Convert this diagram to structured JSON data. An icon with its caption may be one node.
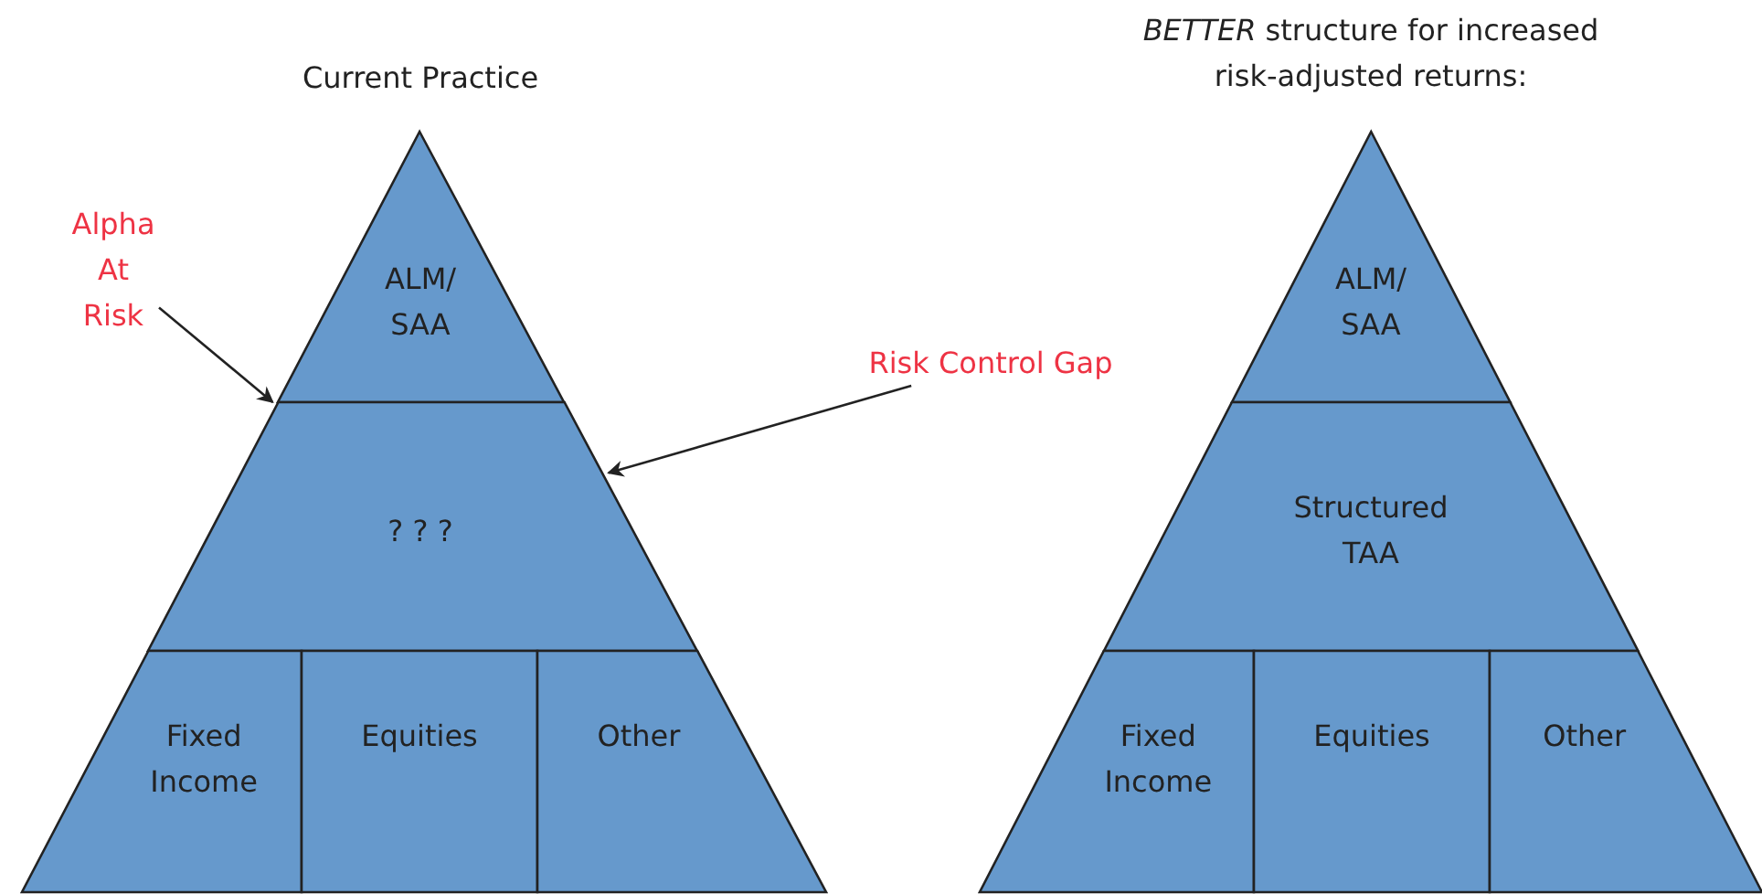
{
  "diagram": {
    "nodes": [
      {
        "text": [
          "Current Practice"
        ]
      },
      {
        "text": [
          "ALM/ SAA"
        ],
        "in": 0
      },
      {
        "text": [
          "? ? ?"
        ],
        "in": 0
      },
      {
        "text": [
          "Fixed Income"
        ],
        "in": 0
      },
      {
        "text": [
          "Equities"
        ],
        "in": 0
      },
      {
        "text": [
          "Other"
        ],
        "in": 0
      },
      {
        "text": [
          "Alpha At Risk"
        ]
      },
      {
        "text": [
          "Risk Control Gap"
        ]
      },
      {
        "text": [
          "*BETTER* structure for increased risk-adjusted returns:"
        ]
      },
      {
        "text": [
          "ALM/ SAA"
        ],
        "in": 8
      },
      {
        "text": [
          "Structured TAA"
        ],
        "in": 8
      },
      {
        "text": [
          "Fixed Income"
        ],
        "in": 8
      },
      {
        "text": [
          "Equities"
        ],
        "in": 8
      },
      {
        "text": [
          "Other"
        ],
        "in": 8
      }
    ],
    "edges": [
      {
        "from": 6,
        "to": 2,
        "arrow": "to"
      },
      {
        "from": 7,
        "to": 2,
        "arrow": "to"
      }
    ]
  }
}
